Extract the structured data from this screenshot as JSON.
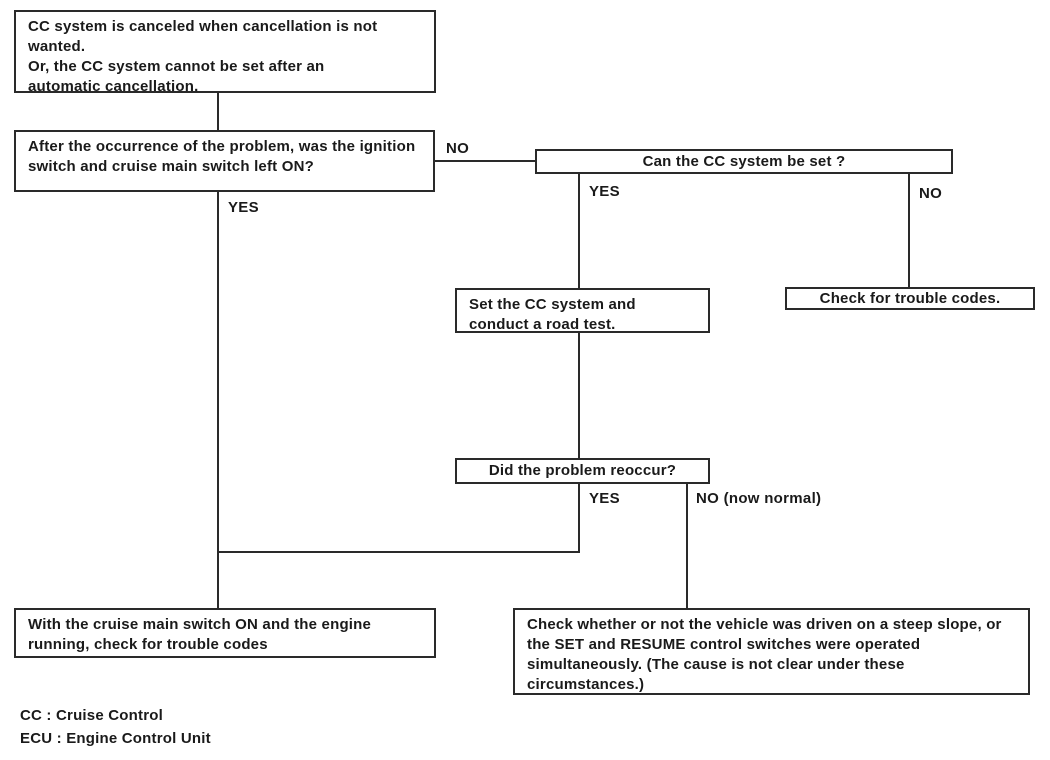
{
  "diagram": {
    "nodes": {
      "problem": {
        "lines": [
          "CC system is canceled when cancellation is not wanted.",
          "Or, the CC system cannot be set after an automatic cancellation."
        ]
      },
      "ignition_question": {
        "text": "After the occurrence of the problem, was the ignition switch and cruise main switch left ON?"
      },
      "can_set": {
        "text": "Can the CC system be set ?"
      },
      "road_test": {
        "text": "Set the CC system and conduct a road test."
      },
      "trouble_codes": {
        "text": "Check for trouble codes."
      },
      "reoccur": {
        "text": "Did the problem reoccur?"
      },
      "check_codes_running": {
        "text": "With the cruise main switch ON and the engine running, check for trouble codes"
      },
      "steep_slope": {
        "text": "Check whether or not the vehicle was driven on a steep slope, or the SET and RESUME control switches were operated simultaneously. (The cause is not clear under these circumstances.)"
      }
    },
    "edge_labels": {
      "ignition_no": "NO",
      "ignition_yes": "YES",
      "can_set_yes": "YES",
      "can_set_no": "NO",
      "reoccur_yes": "YES",
      "reoccur_no": "NO (now normal)"
    },
    "legend": [
      "CC : Cruise Control",
      "ECU : Engine Control Unit"
    ],
    "colors": {
      "line": "#2a2a2a",
      "text": "#1a1a1a",
      "background": "#ffffff"
    }
  }
}
